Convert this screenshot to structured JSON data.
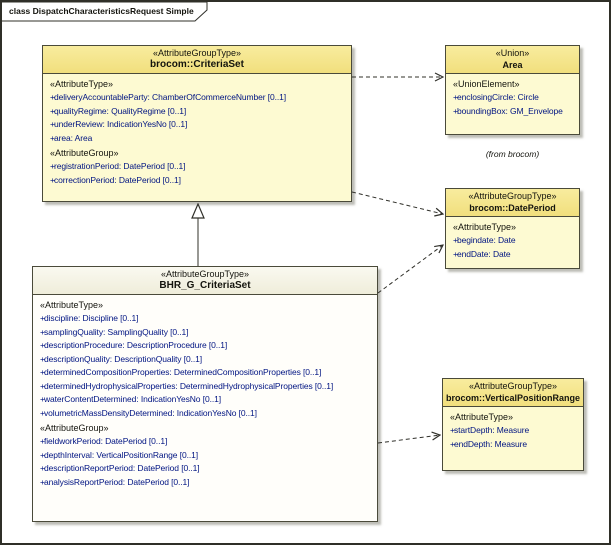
{
  "frame": {
    "title": "class DispatchCharacteristicsRequest Simple"
  },
  "symbols": {
    "public": "+"
  },
  "colors": {
    "box_fill": "#FDFAD2",
    "box_header": "#F2E081",
    "box_border": "#4A4A3A",
    "attribute_text": "#001482",
    "connector": "#30302A",
    "background": "#FFFFFF"
  },
  "boxes": {
    "criteria_set": {
      "stereotype": "«AttributeGroupType»",
      "name": "brocom::CriteriaSet",
      "sections": [
        {
          "label": "«AttributeType»",
          "items": [
            "deliveryAccountableParty: ChamberOfCommerceNumber [0..1]",
            "qualityRegime: QualityRegime [0..1]",
            "underReview: IndicationYesNo [0..1]",
            "area: Area"
          ]
        },
        {
          "label": "«AttributeGroup»",
          "items": [
            "registrationPeriod: DatePeriod [0..1]",
            "correctionPeriod: DatePeriod [0..1]"
          ]
        }
      ]
    },
    "area": {
      "stereotype": "«Union»",
      "name": "Area",
      "note": "(from brocom)",
      "sections": [
        {
          "label": "«UnionElement»",
          "items": [
            "enclosingCircle: Circle",
            "boundingBox: GM_Envelope"
          ]
        }
      ]
    },
    "date_period": {
      "stereotype": "«AttributeGroupType»",
      "name": "brocom::DatePeriod",
      "sections": [
        {
          "label": "«AttributeType»",
          "items": [
            "begindate: Date",
            "endDate: Date"
          ]
        }
      ]
    },
    "bhr_g_criteria_set": {
      "stereotype": "«AttributeGroupType»",
      "name": "BHR_G_CriteriaSet",
      "sections": [
        {
          "label": "«AttributeType»",
          "items": [
            "discipline: Discipline [0..1]",
            "samplingQuality: SamplingQuality [0..1]",
            "descriptionProcedure: DescriptionProcedure [0..1]",
            "descriptionQuality: DescriptionQuality [0..1]",
            "determinedCompositionProperties: DeterminedCompositionProperties [0..1]",
            "determinedHydrophysicalProperties: DeterminedHydrophysicalProperties [0..1]",
            "waterContentDetermined: IndicationYesNo [0..1]",
            "volumetricMassDensityDetermined: IndicationYesNo [0..1]"
          ]
        },
        {
          "label": "«AttributeGroup»",
          "items": [
            "fieldworkPeriod: DatePeriod [0..1]",
            "depthInterval: VerticalPositionRange [0..1]",
            "descriptionReportPeriod: DatePeriod [0..1]",
            "analysisReportPeriod: DatePeriod [0..1]"
          ]
        }
      ]
    },
    "vertical_position_range": {
      "stereotype": "«AttributeGroupType»",
      "name": "brocom::VerticalPositionRange",
      "sections": [
        {
          "label": "«AttributeType»",
          "items": [
            "startDepth: Measure",
            "endDepth: Measure"
          ]
        }
      ]
    }
  },
  "relations": [
    {
      "from": "brocom::CriteriaSet",
      "to": "Area",
      "type": "dependency-dashed"
    },
    {
      "from": "brocom::CriteriaSet",
      "to": "brocom::DatePeriod",
      "type": "dependency-dashed"
    },
    {
      "from": "BHR_G_CriteriaSet",
      "to": "brocom::CriteriaSet",
      "type": "generalization"
    },
    {
      "from": "BHR_G_CriteriaSet",
      "to": "brocom::DatePeriod",
      "type": "dependency-dashed"
    },
    {
      "from": "BHR_G_CriteriaSet",
      "to": "brocom::VerticalPositionRange",
      "type": "dependency-dashed"
    }
  ]
}
